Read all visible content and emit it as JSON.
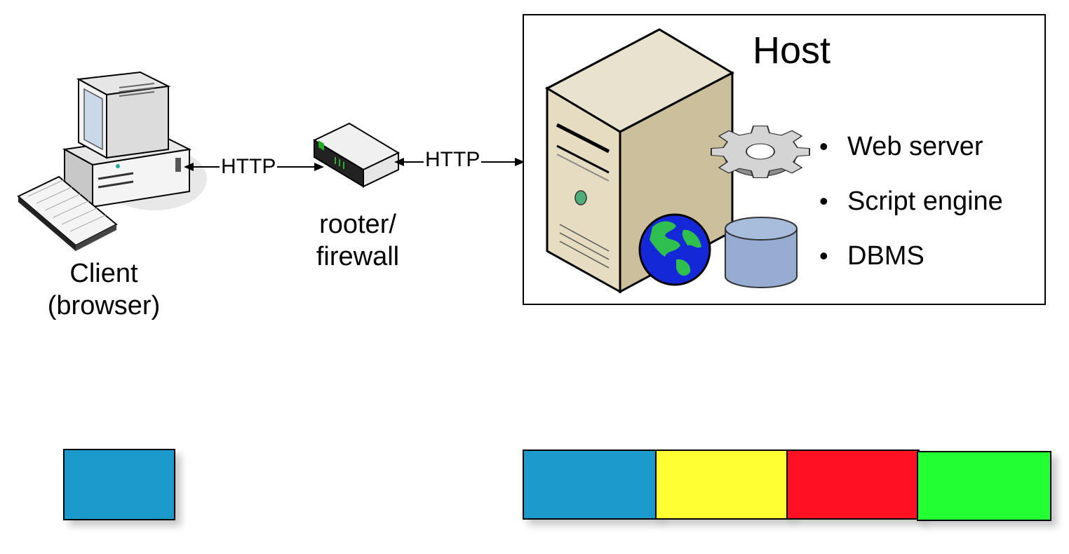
{
  "client": {
    "label_line1": "Client",
    "label_line2": "(browser)"
  },
  "router": {
    "label_line1": "rooter/",
    "label_line2": "firewall"
  },
  "connections": {
    "client_router": "HTTP",
    "router_host": "HTTP"
  },
  "host": {
    "title": "Host",
    "items": [
      "Web server",
      "Script engine",
      "DBMS"
    ]
  },
  "blocks": {
    "client_block_color": "#1a9bcb",
    "host_block_colors": [
      "#1a9bcb",
      "#ffff33",
      "#ff1122",
      "#22ff33"
    ]
  },
  "icons": [
    "computer-icon",
    "keyboard-icon",
    "router-icon",
    "server-tower-icon",
    "gear-icon",
    "globe-icon",
    "database-icon"
  ]
}
